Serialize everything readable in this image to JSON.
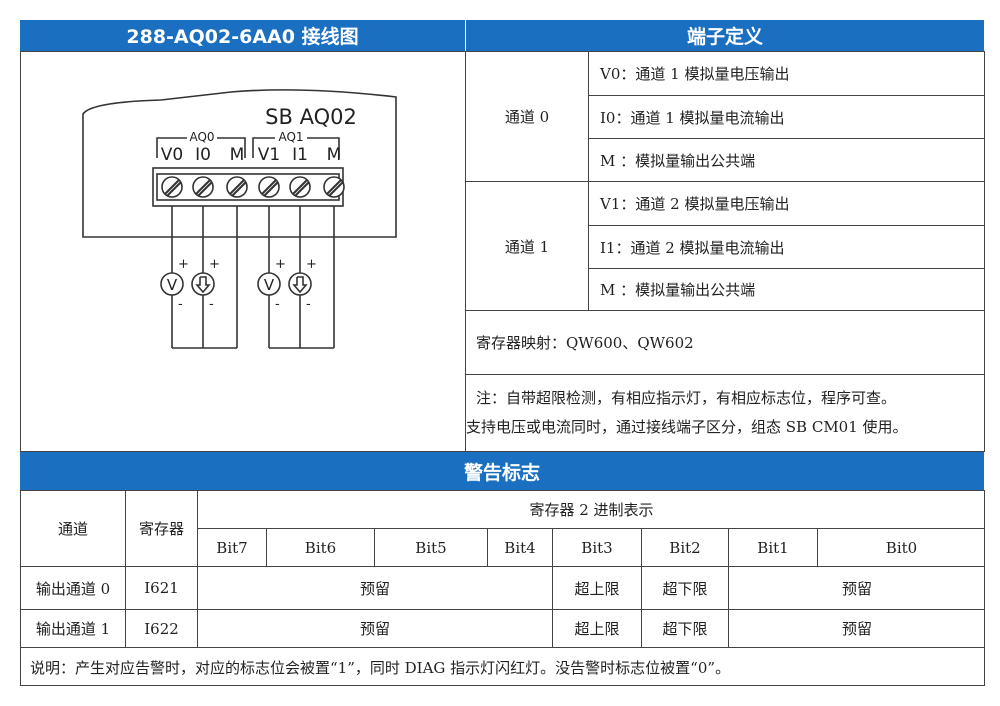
{
  "wiring": {
    "title": "288-AQ02-6AA0  接线图",
    "board_label": "SB AQ02",
    "group_labels": [
      "AQ0",
      "AQ1"
    ],
    "terminal_labels": [
      "V0",
      "I0",
      "M",
      "V1",
      "I1",
      "M"
    ],
    "meter_symbols": [
      "V",
      "+",
      "-"
    ]
  },
  "terminals": {
    "title": "端子定义",
    "channels": [
      {
        "name": "通道 0",
        "rows": [
          "V0：通道 1 模拟量电压输出",
          "I0：通道 1 模拟量电流输出",
          "M ：模拟量输出公共端"
        ]
      },
      {
        "name": "通道 1",
        "rows": [
          "V1：通道 2 模拟量电压输出",
          "I1：通道 2 模拟量电流输出",
          "M ：模拟量输出公共端"
        ]
      }
    ],
    "register_map": "寄存器映射：QW600、QW602",
    "note_line1": "注：自带超限检测，有相应指示灯，有相应标志位，程序可查。",
    "note_line2": "支持电压或电流同时，通过接线端子区分，组态 SB CM01 使用。"
  },
  "warning": {
    "title": "警告标志",
    "col_channel": "通道",
    "col_register": "寄存器",
    "binary_header": "寄存器 2 进制表示",
    "bits": [
      "Bit7",
      "Bit6",
      "Bit5",
      "Bit4",
      "Bit3",
      "Bit2",
      "Bit1",
      "Bit0"
    ],
    "rows": [
      {
        "channel": "输出通道 0",
        "register": "I621",
        "reserved_high": "预留",
        "bit3": "超上限",
        "bit2": "超下限",
        "reserved_low": "预留"
      },
      {
        "channel": "输出通道 1",
        "register": "I622",
        "reserved_high": "预留",
        "bit3": "超上限",
        "bit2": "超下限",
        "reserved_low": "预留"
      }
    ],
    "footnote": "说明：产生对应告警时，对应的标志位会被置“1”，同时 DIAG 指示灯闪红灯。没告警时标志位被置“0”。"
  }
}
